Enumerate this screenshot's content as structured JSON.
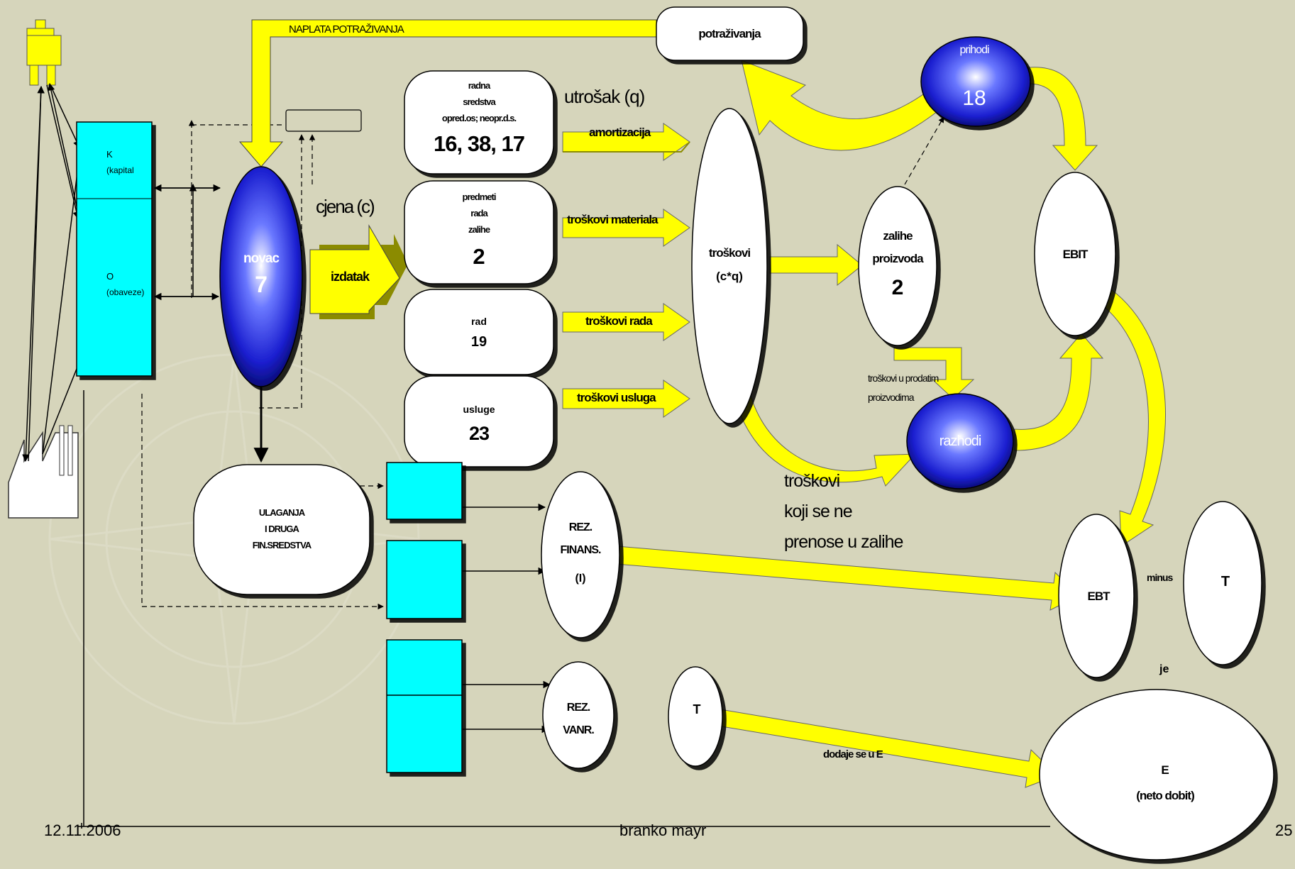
{
  "top_label": "NAPLATA POTRAŽIVANJA",
  "potrazivanja": "potraživanja",
  "prihodi": {
    "label": "prihodi",
    "value": "18"
  },
  "balance": {
    "k": "K",
    "kapital": "(kapital",
    "o": "O",
    "obaveze": "(obaveze)"
  },
  "novac": {
    "label": "novac",
    "value": "7"
  },
  "cijena": "cjena (c)",
  "izdatak": "izdatak",
  "utrosak": "utrošak (q)",
  "resources": [
    {
      "lines": [
        "radna",
        "sredstva",
        "opred.os; neopr.d.s."
      ],
      "value": "16, 38, 17",
      "cost": "amortizacija"
    },
    {
      "lines": [
        "predmeti",
        "rada",
        "zalihe"
      ],
      "value": "2",
      "cost": "troškovi materiala"
    },
    {
      "lines": [
        "rad"
      ],
      "value": "19",
      "cost": "troškovi rada"
    },
    {
      "lines": [
        "usluge"
      ],
      "value": "23",
      "cost": "troškovi usluga"
    }
  ],
  "troskovi": {
    "line1": "troškovi",
    "line2": "(c*q)"
  },
  "zalihe": {
    "line1": "zalihe",
    "line2": "proizvoda",
    "value": "2"
  },
  "ebit": "EBIT",
  "prodatim": {
    "line1": "troškovi u prodatim",
    "line2": "proizvodima"
  },
  "razhodi": "razhodi",
  "nezalihe": [
    "troškovi",
    "koji se ne",
    "prenose u zalihe"
  ],
  "ulaganja": [
    "ULAGANJA",
    "I DRUGA",
    "FIN.SREDSTVA"
  ],
  "rez_finans": [
    "REZ.",
    "FINANS.",
    "(I)"
  ],
  "rez_vanr": [
    "REZ.",
    "VANR."
  ],
  "ebt": "EBT",
  "minus": "minus",
  "t": "T",
  "je": "je",
  "t_small": "T",
  "dodaje": "dodaje se u E",
  "e": {
    "line1": "E",
    "line2": "(neto dobit)"
  },
  "footer": {
    "date": "12.11.2006",
    "author": "branko mayr",
    "page": "25"
  },
  "colors": {
    "background": "#d6d5bb",
    "arrow_yellow": "#ffff00",
    "cyan": "#00ffff",
    "blue_ellipse": "#0000cc"
  }
}
